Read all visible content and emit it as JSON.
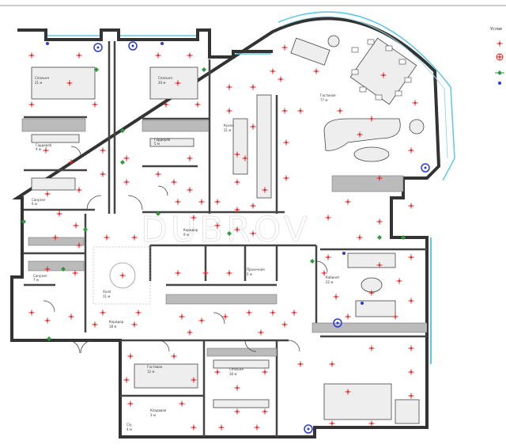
{
  "legend": {
    "title": "Услов",
    "items": [
      {
        "symbol": "pendant",
        "color": "#e32222"
      },
      {
        "symbol": "chandelier",
        "color": "#e32222"
      },
      {
        "symbol": "wall-lamp",
        "color": "#2f9a3c"
      },
      {
        "symbol": "outlet",
        "color": "#2a3ad8"
      }
    ]
  },
  "watermark": "DUBROV",
  "rooms": [
    {
      "id": "bedroom-1",
      "label": "Спальня",
      "area": "21 м"
    },
    {
      "id": "bedroom-2",
      "label": "Спальня",
      "area": "20 м"
    },
    {
      "id": "kitchen",
      "label": "Кухня",
      "area": "21 м"
    },
    {
      "id": "living",
      "label": "Гостиная",
      "area": "77 м"
    },
    {
      "id": "wardrobe-1",
      "label": "Гардероб",
      "area": "4 м"
    },
    {
      "id": "wardrobe-2",
      "label": "Гардероб",
      "area": "5 м"
    },
    {
      "id": "bath-1",
      "label": "Санузел",
      "area": "6 м"
    },
    {
      "id": "bath-2",
      "label": "Санузел",
      "area": "7 м"
    },
    {
      "id": "hall",
      "label": "Холл",
      "area": "11 м"
    },
    {
      "id": "corridor",
      "label": "Коридор",
      "area": "18 м"
    },
    {
      "id": "corridor-2",
      "label": "Коридор",
      "area": "9 м"
    },
    {
      "id": "laundry",
      "label": "Прачечная",
      "area": "5 м"
    },
    {
      "id": "cabinet",
      "label": "Кабинет",
      "area": "22 м"
    },
    {
      "id": "bedroom-master",
      "label": "Спальня",
      "area": "30 м"
    },
    {
      "id": "guest",
      "label": "Гостевая",
      "area": "12 м"
    },
    {
      "id": "storage",
      "label": "Кладовая",
      "area": "3 м"
    },
    {
      "id": "bath-3",
      "label": "С/у",
      "area": "4 м"
    }
  ]
}
